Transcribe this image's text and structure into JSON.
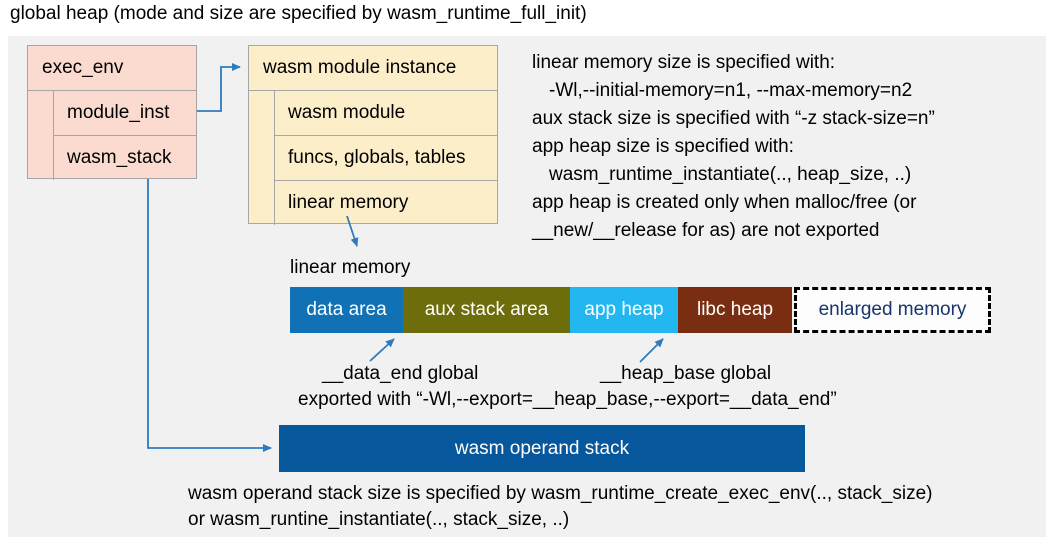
{
  "title": "global heap (mode and size are specified by wasm_runtime_full_init)",
  "colors": {
    "panel_bg": "#f1f1f1",
    "box_border": "#a6a6a6",
    "exec_env_fill": "#fbdbd0",
    "instance_fill": "#fdeeca",
    "arrow": "#2e7bbf",
    "operand_stack": "#07579c",
    "enlarged_text": "#17356b"
  },
  "exec_env": {
    "header": "exec_env",
    "rows": [
      "module_inst",
      "wasm_stack"
    ]
  },
  "module_instance": {
    "header": "wasm module instance",
    "rows": [
      "wasm module",
      "funcs, globals, tables",
      "linear memory"
    ]
  },
  "notes_right": {
    "lines": [
      "linear memory size is specified with:",
      "-Wl,--initial-memory=n1, --max-memory=n2",
      "aux stack size is specified with “-z stack-size=n”",
      "app heap size is specified with:",
      "wasm_runtime_instantiate(.., heap_size, ..)",
      "app heap is created only when malloc/free (or",
      "__new/__release for as) are not exported"
    ]
  },
  "linear_memory": {
    "label": "linear memory",
    "segments": [
      {
        "label": "data area",
        "color": "#1171b5",
        "text_color": "#ffffff",
        "width": 113
      },
      {
        "label": "aux stack area",
        "color": "#6d6e0b",
        "text_color": "#ffffff",
        "width": 167
      },
      {
        "label": "app heap",
        "color": "#22b7f0",
        "text_color": "#ffffff",
        "width": 108
      },
      {
        "label": "libc heap",
        "color": "#7a2e11",
        "text_color": "#ffffff",
        "width": 114
      },
      {
        "label": "enlarged memory",
        "color": "#fdfdfd",
        "text_color": "#17356b",
        "width": 197
      }
    ]
  },
  "annotations": {
    "data_end_label": "__data_end global",
    "heap_base_label": "__heap_base global",
    "export_line": "exported with “-Wl,--export=__heap_base,--export=__data_end”"
  },
  "operand_stack": {
    "label": "wasm operand stack"
  },
  "footer": {
    "lines": [
      "wasm operand stack size is specified by wasm_runtime_create_exec_env(.., stack_size)",
      "or wasm_runtine_instantiate(.., stack_size, ..)"
    ]
  }
}
